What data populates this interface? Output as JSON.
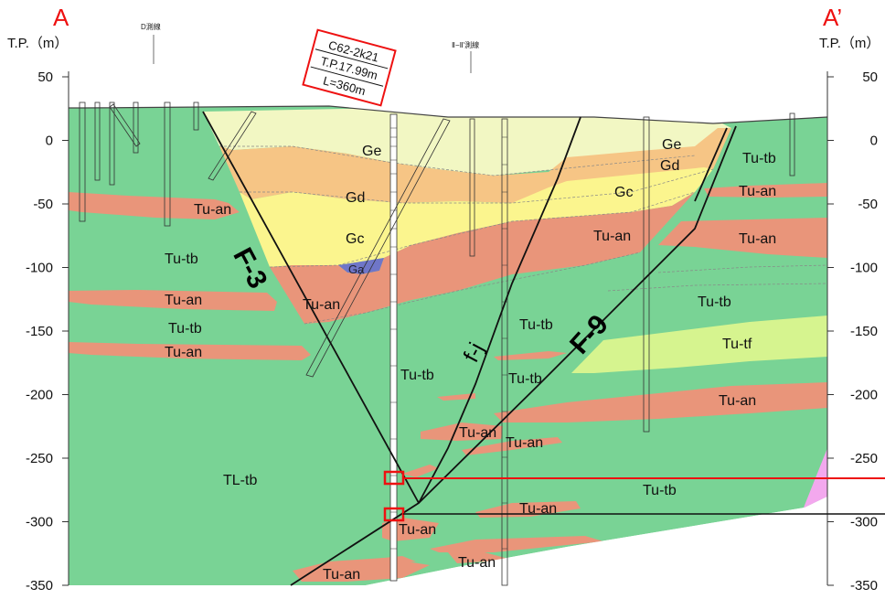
{
  "section": {
    "left_end": "A",
    "right_end": "A’",
    "axis_title_left": "T.P.（m）",
    "axis_title_right": "T.P.（m）",
    "elevation_ticks": [
      "50",
      "0",
      "-50",
      "-100",
      "-150",
      "-200",
      "-250",
      "-300",
      "-350"
    ],
    "survey_lines": {
      "d_line": "D測線",
      "ii_line": "Ⅱ−Ⅱ'測線"
    },
    "borehole_box": {
      "name": "C62-2k21",
      "elevation": "T.P.17.99m",
      "length": "L=360m"
    },
    "faults": {
      "f3": "F-3",
      "f9": "F-9",
      "fj": "f-j"
    },
    "units": {
      "ge": "Ge",
      "gd": "Gd",
      "gc": "Gc",
      "ga": "Ga",
      "tu_tb": "Tu-tb",
      "tu_an": "Tu-an",
      "tu_tf": "Tu-tf",
      "tl_tb": "TL-tb"
    },
    "colors": {
      "tu_tb": "#79d395",
      "tu_an": "#e9957a",
      "ge": "#f2f7c3",
      "gd": "#f6c585",
      "gc": "#fbf58e",
      "tu_tf": "#d6f48f",
      "pink": "#f3a8ee",
      "marker": "#ee1111"
    }
  }
}
